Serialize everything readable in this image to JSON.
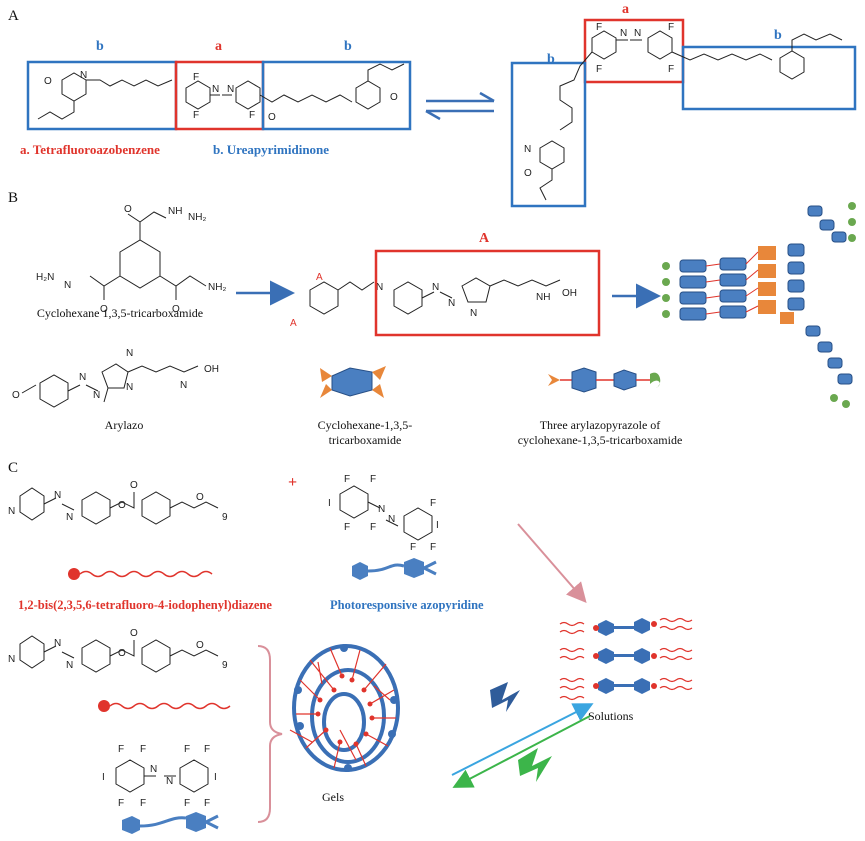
{
  "panels": {
    "A": {
      "letter": "A",
      "box_a": "a",
      "box_b_left": "b",
      "box_b_mid": "b",
      "box_a_right": "a",
      "box_b_right_top": "b",
      "box_b_right_side": "b",
      "legend_a": "a. Tetrafluoroazobenzene",
      "legend_b": "b. Ureapyrimidinone"
    },
    "B": {
      "letter": "B",
      "box_label": "A",
      "cyclohexane_label": "Cyclohexane 1,3,5-tricarboxamide",
      "arylazo_label": "Arylazo",
      "cartoon1_label": "Cyclohexane-1,3,5-\ntricarboxamide",
      "cartoon2_label": "Three arylazopyrazole of\ncyclohexane-1,3,5-tricarboxamide"
    },
    "C": {
      "letter": "C",
      "plus": "+",
      "red_label": "1,2-bis(2,3,5,6-tetrafluoro-4-iodophenyl)diazene",
      "blue_label": "Photoresponsive azopyridine",
      "gels_label": "Gels",
      "solutions_label": "Solutions"
    }
  },
  "colors": {
    "red": "#e0342c",
    "blue": "#2f74c0",
    "orange": "#e8873a",
    "green": "#3cb54a",
    "pink_arrow": "#d9909a"
  }
}
